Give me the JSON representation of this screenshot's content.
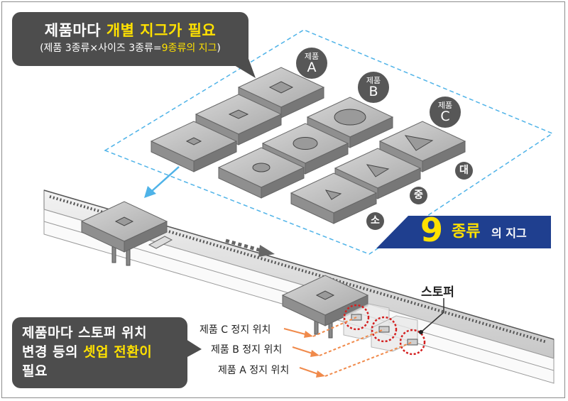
{
  "top_callout": {
    "line1_pre": "제품마다 ",
    "line1_highlight": "개별 지그가 필요",
    "line2_pre": "(제품 3종류×사이즈 3종류=",
    "line2_highlight": "9종류의 지그",
    "line2_post": ")"
  },
  "product_labels": [
    {
      "small": "제품",
      "big": "A"
    },
    {
      "small": "제품",
      "big": "B"
    },
    {
      "small": "제품",
      "big": "C"
    }
  ],
  "size_labels": {
    "large": "대",
    "medium": "중",
    "small": "소"
  },
  "banner": {
    "number": "9",
    "word": "종류",
    "suffix": "의 지그"
  },
  "stopper_label": "스토퍼",
  "stop_positions": [
    "제품 C 정지 위치",
    "제품 B 정지 위치",
    "제품 A 정지 위치"
  ],
  "bottom_callout": {
    "line1": "제품마다 스토퍼 위치",
    "line2_pre": "변경 등의 ",
    "line2_highlight": "셋업 전환이",
    "line3": "필요"
  },
  "colors": {
    "highlight": "#ffe100",
    "callout_bg": "#4d4d4d",
    "banner_bg": "#1f3f8f",
    "guide": "#4fb3e8",
    "stop_arrow": "#f08a4b",
    "stop_circle": "#d42020"
  }
}
